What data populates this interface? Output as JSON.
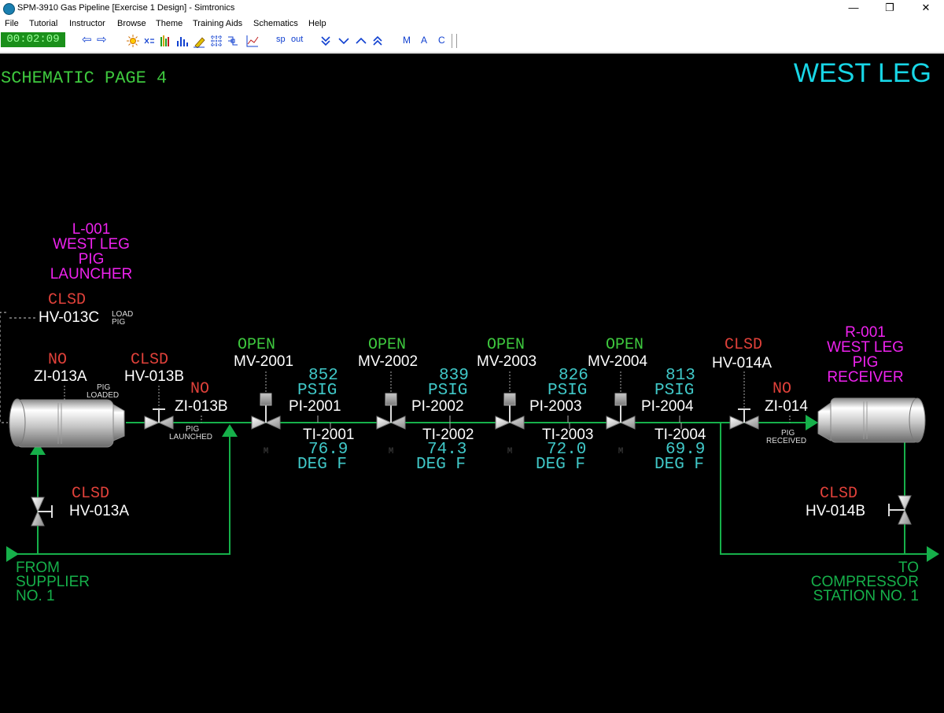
{
  "window": {
    "title": "SPM-3910 Gas Pipeline [Exercise 1 Design] - Simtronics",
    "minimize_glyph": "—",
    "maximize_glyph": "❐",
    "close_glyph": "✕"
  },
  "menu": [
    "File",
    "Tutorial",
    "Instructor",
    "Browse",
    "Theme",
    "Training Aids",
    "Schematics",
    "Help"
  ],
  "toolbar": {
    "clock": "00:02:09",
    "back_glyph": "⇦",
    "forward_glyph": "⇨",
    "sp_label": "sp",
    "out_label": "out",
    "m_label": "M",
    "a_label": "A",
    "c_label": "C"
  },
  "schematic": {
    "page_label": "SCHEMATIC PAGE 4",
    "title": "WEST LEG",
    "launcher": {
      "lines": [
        "L-001",
        "WEST LEG",
        "PIG",
        "LAUNCHER"
      ]
    },
    "receiver": {
      "lines": [
        "R-001",
        "WEST LEG",
        "PIG",
        "RECEIVER"
      ]
    },
    "hv013c": {
      "status": "CLSD",
      "tag": "HV-013C",
      "note1": "LOAD",
      "note2": "PIG"
    },
    "zi013a": {
      "status": "NO",
      "tag": "ZI-013A",
      "note1": "PIG",
      "note2": "LOADED"
    },
    "hv013b": {
      "status": "CLSD",
      "tag": "HV-013B"
    },
    "zi013b": {
      "status": "NO",
      "tag": "ZI-013B",
      "note1": "PIG",
      "note2": "LAUNCHED"
    },
    "hv013a": {
      "status": "CLSD",
      "tag": "HV-013A"
    },
    "hv014a": {
      "status": "CLSD",
      "tag": "HV-014A"
    },
    "zi014": {
      "status": "NO",
      "tag": "ZI-014",
      "note1": "PIG",
      "note2": "RECEIVED"
    },
    "hv014b": {
      "status": "CLSD",
      "tag": "HV-014B"
    },
    "motor_glyph": "M",
    "stations": [
      {
        "mv_status": "OPEN",
        "mv_tag": "MV-2001",
        "pressure": "852",
        "p_unit": "PSIG",
        "pi_tag": "PI-2001",
        "ti_tag": "TI-2001",
        "temp": "76.9",
        "t_unit": "DEG F"
      },
      {
        "mv_status": "OPEN",
        "mv_tag": "MV-2002",
        "pressure": "839",
        "p_unit": "PSIG",
        "pi_tag": "PI-2002",
        "ti_tag": "TI-2002",
        "temp": "74.3",
        "t_unit": "DEG F"
      },
      {
        "mv_status": "OPEN",
        "mv_tag": "MV-2003",
        "pressure": "826",
        "p_unit": "PSIG",
        "pi_tag": "PI-2003",
        "ti_tag": "TI-2003",
        "temp": "72.0",
        "t_unit": "DEG F"
      },
      {
        "mv_status": "OPEN",
        "mv_tag": "MV-2004",
        "pressure": "813",
        "p_unit": "PSIG",
        "pi_tag": "PI-2004",
        "ti_tag": "TI-2004",
        "temp": "69.9",
        "t_unit": "DEG F"
      }
    ],
    "from_label": [
      "FROM",
      "SUPPLIER",
      "NO. 1"
    ],
    "to_label": [
      "TO",
      "COMPRESSOR",
      "STATION NO. 1"
    ]
  },
  "colors": {
    "background": "#000000",
    "pipe": "#16b04a",
    "status_open": "#3ec83e",
    "status_closed": "#e0413a",
    "tag": "#ffffff",
    "value": "#40c8c8",
    "vessel_label": "#ee22ee",
    "title": "#18d6e6"
  }
}
